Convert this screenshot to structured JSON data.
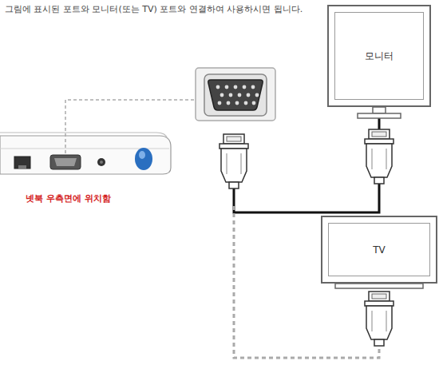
{
  "diagram": {
    "title": "그림에 표시된 포트와 모니터(또는 TV) 포트와 연결하여 사용하시면 됩니다.",
    "nodes": [
      {
        "text": [
          "넷북 우측면에 위치함"
        ]
      },
      {
        "text": [
          "모니터"
        ]
      },
      {
        "text": [
          "TV"
        ]
      }
    ],
    "edges": [
      {
        "from": 0,
        "to": 1,
        "arrow": "none"
      },
      {
        "from": 0,
        "to": 2,
        "arrow": "none"
      }
    ]
  }
}
